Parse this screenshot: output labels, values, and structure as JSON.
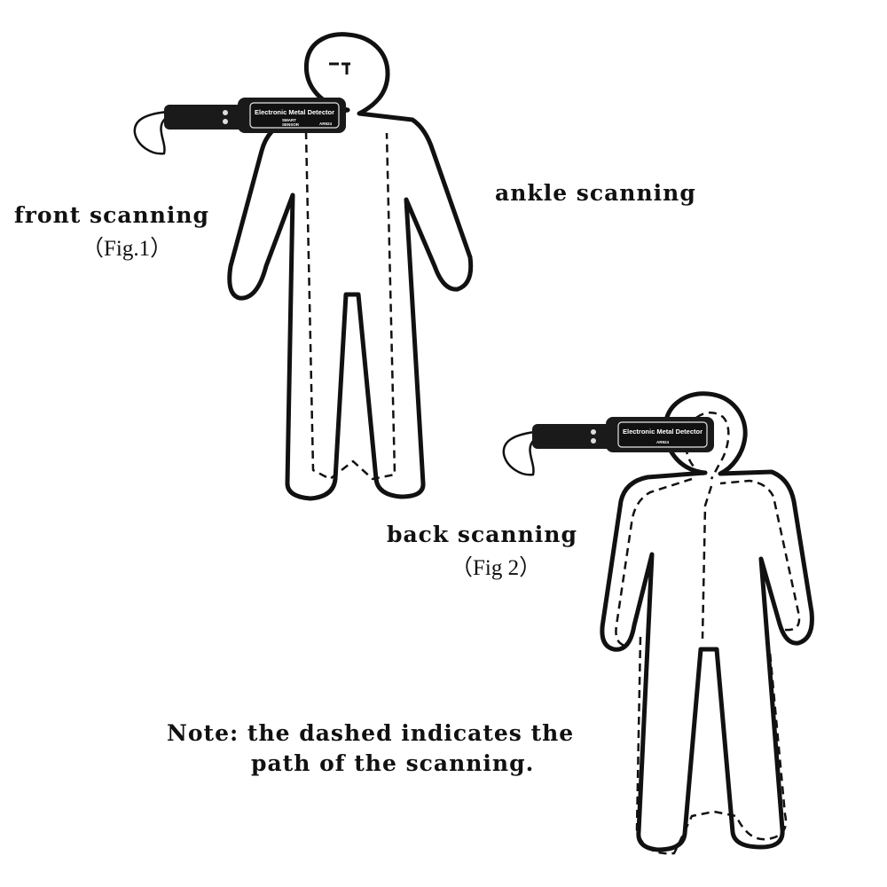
{
  "labels": {
    "front_scanning": "front scanning",
    "front_fig": "（Fig.1）",
    "ankle_scanning": "ankle scanning",
    "back_scanning": "back scanning",
    "back_fig": "（Fig 2）",
    "note_line1": "Note: the dashed indicates the",
    "note_line2": "path  of the scanning."
  },
  "detector": {
    "title": "Electronic Metal Detector",
    "brand_line1": "SMART",
    "brand_line2": "SENSOR",
    "model": "AR924"
  },
  "colors": {
    "ink": "#111111",
    "background": "#ffffff"
  }
}
